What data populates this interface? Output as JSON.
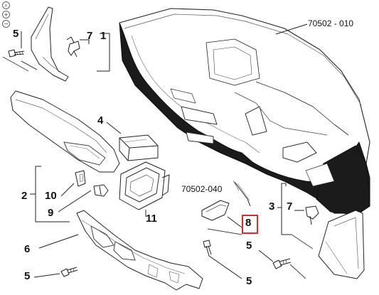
{
  "toolbar": {
    "search_symbol": "⌕",
    "zoom_in_symbol": "+",
    "zoom_out_symbol": "−"
  },
  "callouts": {
    "c1": "1",
    "c2": "2",
    "c3": "3",
    "c4": "4",
    "c5_top": "5",
    "c5_bottom_left": "5",
    "c5_right_upper": "5",
    "c5_right_lower": "5",
    "c6": "6",
    "c7_top": "7",
    "c7_right": "7",
    "c8": "8",
    "c9": "9",
    "c10": "10",
    "c11": "11"
  },
  "references": {
    "ref_top": "70502 - 010",
    "ref_mid": "70502-040"
  },
  "highlight": {
    "color": "#d0312d",
    "target": "8"
  },
  "colors": {
    "line": "#222222",
    "dark_fill": "#1b1b1b",
    "part_fill": "#ffffff"
  }
}
